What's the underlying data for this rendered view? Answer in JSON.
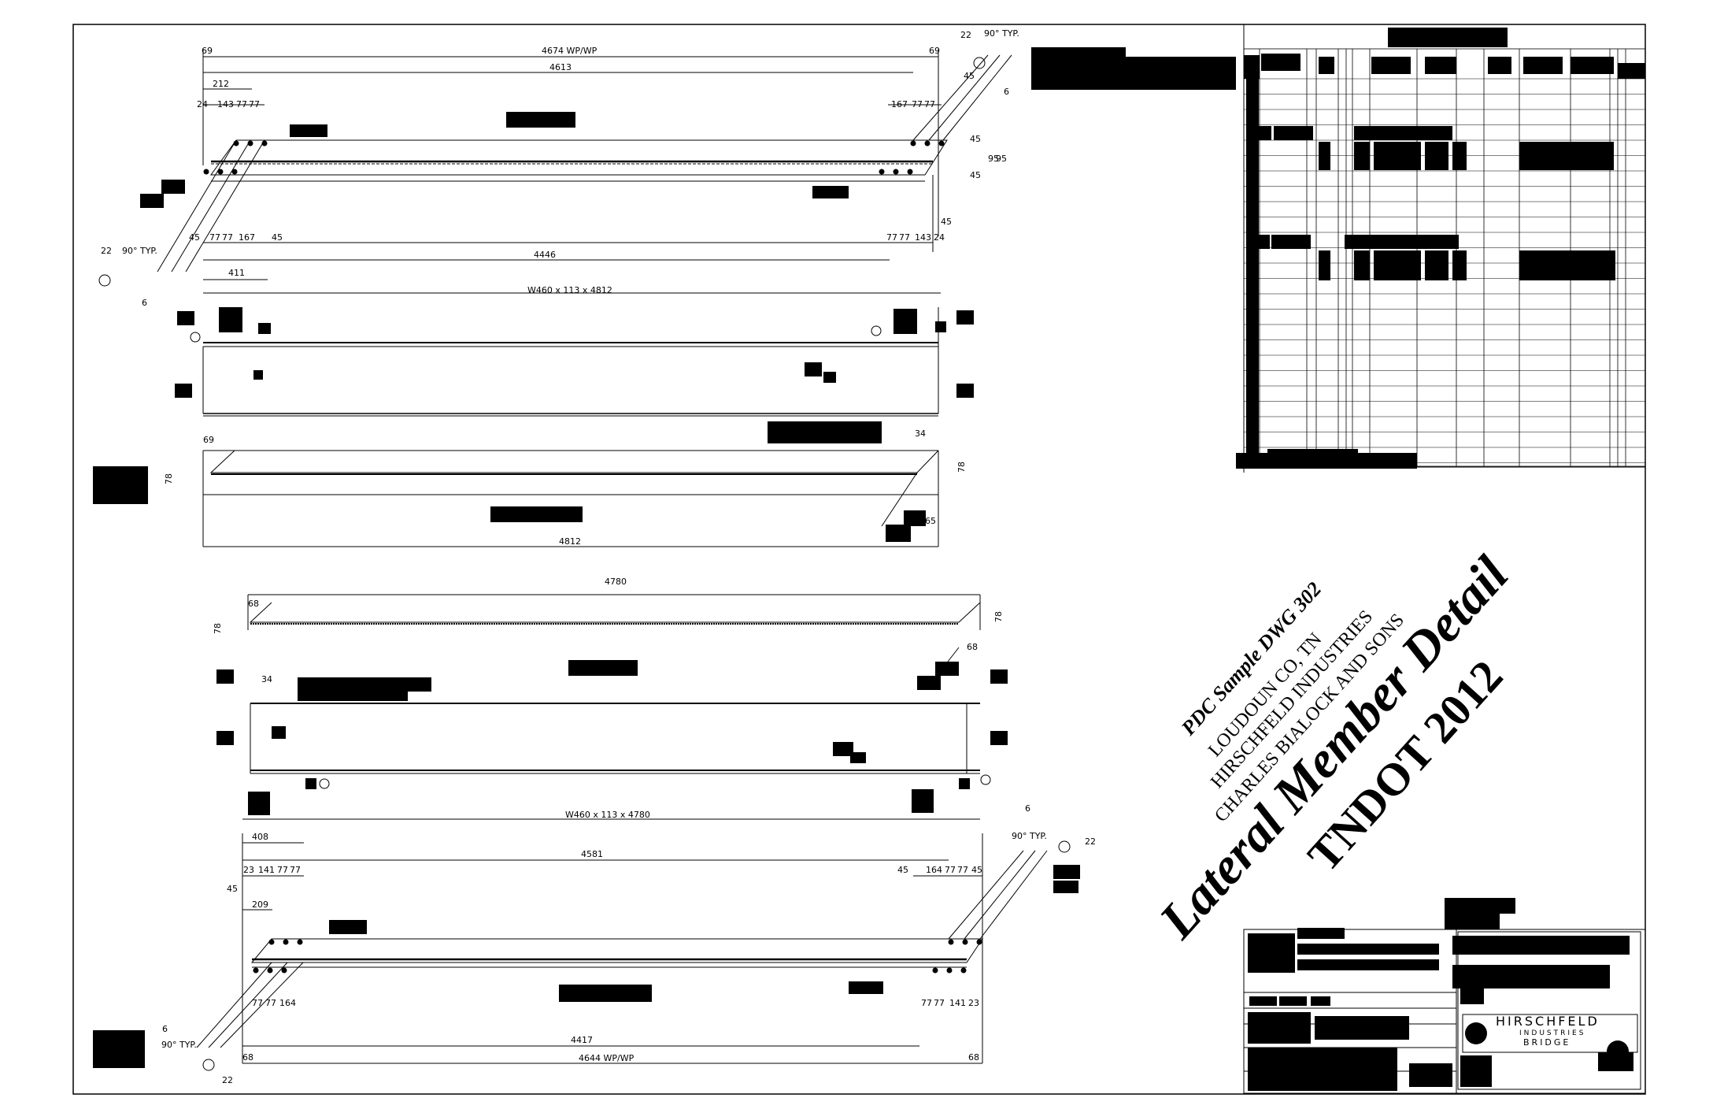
{
  "drawing": {
    "top_member": {
      "overall_wp": "4674 WP/WP",
      "inner_length": "4613",
      "end_offset_left": "69",
      "end_offset_right": "69",
      "left_hole_group": [
        "24",
        "143",
        "77",
        "77"
      ],
      "left_edge_212": "212",
      "right_hole_group": [
        "167",
        "77",
        "77"
      ],
      "lower_left_group": [
        "45",
        "77",
        "77",
        "167",
        "45"
      ],
      "lower_right_group": [
        "77",
        "77",
        "143",
        "24"
      ],
      "bolt_length": "4446",
      "left_411": "411",
      "section": "W460 x 113 x 4812",
      "angle_note": "90° TYP.",
      "angle_22": "22",
      "angle_6": "6",
      "vertical_dims": [
        "45",
        "45",
        "95",
        "95",
        "45",
        "45"
      ]
    },
    "web_view_top": {
      "left_offset": "69",
      "depth": "78",
      "right_depth": "78",
      "offset_34": "34",
      "offset_65": "65",
      "overall": "4812"
    },
    "web_view_bottom": {
      "overall": "4780",
      "left_offset": "68",
      "depth_left": "78",
      "depth_right": "78",
      "right_offset": "68",
      "offset_34": "34"
    },
    "bottom_member": {
      "section": "W460 x 113 x 4780",
      "left_408": "408",
      "length_4581": "4581",
      "left_hole_group": [
        "23",
        "141",
        "77",
        "77"
      ],
      "left_45": "45",
      "left_209": "209",
      "right_hole_group": [
        "45",
        "164",
        "77",
        "77",
        "45"
      ],
      "lower_left_group": [
        "77",
        "77",
        "164"
      ],
      "lower_right_group": [
        "77",
        "77",
        "141",
        "23"
      ],
      "bolt_length": "4417",
      "overall_wp": "4644 WP/WP",
      "end_offset_left": "68",
      "end_offset_right": "68",
      "angle_note": "90° TYP.",
      "angle_22": "22",
      "angle_6": "6"
    }
  },
  "title_block": {
    "line1": "PDC Sample DWG 302",
    "line2": "LOUDOUN CO, TN",
    "line3": "HIRSCHFELD INDUSTRIES",
    "line4": "CHARLES BIALOCK AND SONS",
    "main_title": "Lateral Member Detail",
    "subtitle": "TNDOT 2012"
  },
  "logo": {
    "name": "HIRSCHFELD",
    "sub1": "INDUSTRIES",
    "sub2": "BRIDGE"
  },
  "colors": {
    "ink": "#000000",
    "paper": "#ffffff"
  }
}
